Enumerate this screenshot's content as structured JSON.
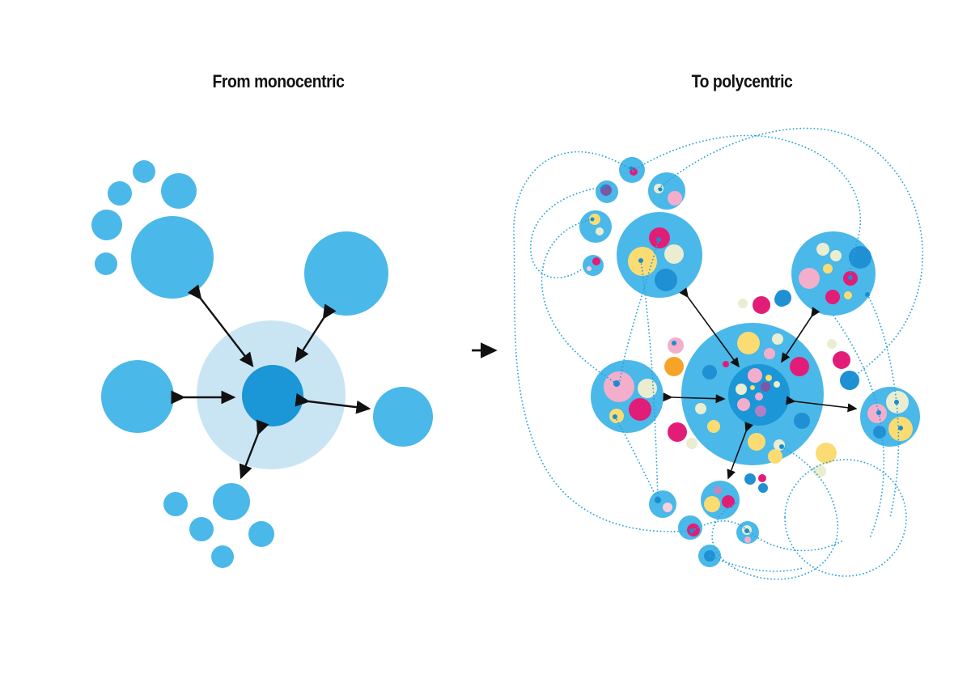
{
  "titles": {
    "left": "From monocentric",
    "right": "To polycentric"
  },
  "palette": {
    "host": "#4AB8E9",
    "halo": "#C9E5F4",
    "core": "#1B96D6",
    "dark": "#1E90D3",
    "dot": "#1A8CD0",
    "magenta": "#E21D77",
    "pink": "#F3AECB",
    "lightpink": "#F7CFDE",
    "mauve": "#C488BE",
    "cream": "#EAEDD0",
    "yellow": "#FADC73",
    "orange": "#F5A428",
    "purple": "#7B57A6",
    "lavender": "#B27FC5",
    "arrow": "#111111",
    "dotted": "#2AA3DE"
  },
  "monocentric": {
    "halo": [
      335,
      488,
      92
    ],
    "core": [
      337,
      489,
      38
    ],
    "satellites": [
      [
        178,
        212,
        14
      ],
      [
        148,
        239,
        15
      ],
      [
        221,
        236,
        22
      ],
      [
        132,
        278,
        19
      ],
      [
        131,
        326,
        14
      ],
      [
        213,
        318,
        51
      ],
      [
        428,
        338,
        52
      ],
      [
        170,
        490,
        45
      ],
      [
        498,
        515,
        37
      ],
      [
        286,
        620,
        23
      ],
      [
        217,
        623,
        15
      ],
      [
        249,
        654,
        15
      ],
      [
        323,
        660,
        16
      ],
      [
        275,
        688,
        14
      ]
    ],
    "arrows": [
      [
        248,
        369,
        312,
        452
      ],
      [
        400,
        393,
        366,
        446
      ],
      [
        227,
        491,
        289,
        491
      ],
      [
        381,
        496,
        456,
        505
      ],
      [
        319,
        536,
        298,
        590
      ]
    ]
  },
  "transition": {
    "arrow": [
      583,
      433,
      612,
      433
    ]
  },
  "polycentric": {
    "hosts": [
      [
        781,
        210,
        16
      ],
      [
        750,
        237,
        14
      ],
      [
        824,
        236,
        23
      ],
      [
        736,
        280,
        20
      ],
      [
        733,
        328,
        13
      ],
      [
        815,
        315,
        53
      ],
      [
        1030,
        338,
        52
      ],
      [
        775,
        490,
        45
      ],
      [
        1100,
        515,
        37
      ],
      [
        819,
        623,
        17
      ],
      [
        890,
        618,
        24
      ],
      [
        853,
        652,
        15
      ],
      [
        924,
        658,
        14
      ],
      [
        877,
        687,
        14
      ],
      [
        930,
        487,
        88
      ]
    ],
    "inner_core": [
      938,
      488,
      38
    ],
    "circles": [
      [
        "magenta",
        783,
        212,
        5
      ],
      [
        "purple",
        749,
        235,
        7
      ],
      [
        "cream",
        814,
        233,
        6
      ],
      [
        "pink",
        834,
        245,
        9
      ],
      [
        "yellow",
        735,
        271,
        7
      ],
      [
        "cream",
        741,
        286,
        5
      ],
      [
        "magenta",
        737,
        323,
        5
      ],
      [
        "lightpink",
        728,
        332,
        3
      ],
      [
        "magenta",
        815,
        294,
        13
      ],
      [
        "yellow",
        794,
        323,
        18
      ],
      [
        "cream",
        833,
        314,
        12
      ],
      [
        "dark",
        823,
        346,
        14
      ],
      [
        "cream",
        1017,
        308,
        8
      ],
      [
        "cream",
        1033,
        316,
        7
      ],
      [
        "dark",
        1063,
        318,
        14
      ],
      [
        "yellow",
        1023,
        332,
        6
      ],
      [
        "pink",
        1000,
        344,
        13
      ],
      [
        "magenta",
        1051,
        344,
        9
      ],
      [
        "magenta",
        1029,
        367,
        9
      ],
      [
        "yellow",
        1048,
        365,
        5
      ],
      [
        "dark",
        968,
        368,
        10
      ],
      [
        "cream",
        918,
        375,
        6
      ],
      [
        "magenta",
        941,
        377,
        11
      ],
      [
        "dark",
        966,
        370,
        9
      ],
      [
        "pink",
        765,
        478,
        19
      ],
      [
        "cream",
        800,
        480,
        12
      ],
      [
        "magenta",
        791,
        506,
        14
      ],
      [
        "yellow",
        762,
        514,
        9
      ],
      [
        "pink",
        835,
        427,
        10
      ],
      [
        "orange",
        833,
        453,
        12
      ],
      [
        "magenta",
        837,
        534,
        12
      ],
      [
        "cream",
        855,
        548,
        7
      ],
      [
        "cream",
        1028,
        425,
        6
      ],
      [
        "magenta",
        1040,
        445,
        11
      ],
      [
        "dark",
        1050,
        470,
        12
      ],
      [
        "pink",
        1084,
        511,
        12
      ],
      [
        "cream",
        1109,
        497,
        14
      ],
      [
        "dark",
        1087,
        534,
        8
      ],
      [
        "yellow",
        1113,
        530,
        15
      ],
      [
        "yellow",
        1021,
        560,
        13
      ],
      [
        "cream",
        1013,
        582,
        8
      ],
      [
        "lightpink",
        825,
        627,
        6
      ],
      [
        "mauve",
        887,
        606,
        5
      ],
      [
        "yellow",
        880,
        623,
        10
      ],
      [
        "magenta",
        900,
        620,
        8
      ],
      [
        "dark",
        927,
        592,
        7
      ],
      [
        "magenta",
        942,
        591,
        5
      ],
      [
        "dark",
        943,
        603,
        6
      ],
      [
        "magenta",
        857,
        655,
        8
      ],
      [
        "cream",
        923,
        655,
        6
      ],
      [
        "pink",
        924,
        667,
        4
      ],
      [
        "dark",
        877,
        687,
        7
      ],
      [
        "yellow",
        925,
        424,
        14
      ],
      [
        "cream",
        961,
        419,
        7
      ],
      [
        "pink",
        951,
        437,
        7
      ],
      [
        "magenta",
        897,
        450,
        4
      ],
      [
        "dark",
        877,
        460,
        9
      ],
      [
        "magenta",
        988,
        453,
        12
      ],
      [
        "cream",
        866,
        505,
        7
      ],
      [
        "yellow",
        882,
        527,
        8
      ],
      [
        "dark",
        991,
        520,
        10
      ],
      [
        "yellow",
        935,
        546,
        11
      ],
      [
        "cream",
        963,
        550,
        7
      ],
      [
        "yellow",
        958,
        564,
        9
      ],
      [
        "pink",
        933,
        464,
        9
      ],
      [
        "yellow",
        950,
        467,
        4
      ],
      [
        "purple",
        946,
        478,
        6
      ],
      [
        "cream",
        960,
        475,
        4
      ],
      [
        "cream",
        916,
        481,
        7
      ],
      [
        "yellow",
        930,
        479,
        3
      ],
      [
        "pink",
        938,
        490,
        5
      ],
      [
        "pink",
        919,
        500,
        8
      ],
      [
        "lavender",
        940,
        508,
        7
      ]
    ],
    "dots": [
      [
        780,
        208,
        2.5
      ],
      [
        746,
        231,
        2.5
      ],
      [
        816,
        234,
        2.5
      ],
      [
        732,
        271,
        2.5
      ],
      [
        814,
        296,
        3
      ],
      [
        792,
        322,
        3
      ],
      [
        1051,
        343,
        3
      ],
      [
        1072,
        364,
        3
      ],
      [
        762,
        474,
        4
      ],
      [
        760,
        515,
        3
      ],
      [
        833,
        424,
        3
      ],
      [
        1086,
        510,
        3
      ],
      [
        1108,
        497,
        3
      ],
      [
        1113,
        529,
        3
      ],
      [
        813,
        618,
        4
      ],
      [
        855,
        656,
        3
      ],
      [
        923,
        656,
        3
      ],
      [
        966,
        552,
        3
      ]
    ],
    "arrows": [
      [
        850,
        367,
        913,
        453
      ],
      [
        1003,
        391,
        966,
        447
      ],
      [
        830,
        491,
        895,
        493
      ],
      [
        982,
        496,
        1058,
        505
      ],
      [
        922,
        533,
        900,
        591
      ]
    ],
    "dotted_paths": [
      "M 783 212 C 700 155 632 205 635 290 C 638 385 628 480 667 565 C 700 636 770 662 850 656",
      "M 814 233 C 890 168 1010 130 1080 185 C 1155 245 1158 360 1100 425 C 1078 450 1058 462 1050 470",
      "M 782 211 C 835 178 905 158 965 172 C 1040 190 1078 245 1058 302 C 1052 322 1051 334 1051 344",
      "M 746 231 C 698 238 660 262 656 300 C 652 340 686 356 720 332",
      "M 732 271 C 678 282 658 332 676 382 C 692 425 728 452 762 474",
      "M 814 296 C 792 372 772 428 765 478",
      "M 792 322 C 806 420 810 520 813 618",
      "M 760 515 C 780 550 798 588 813 618",
      "M 966 552 C 1000 570 1030 600 1035 645 C 1040 705 975 730 920 708 C 865 686 872 640 910 622",
      "M 970 640 A 75 72 0 1 0 1120 640 A 75 72 0 1 0 970 640",
      "M 1030 390 C 1058 430 1076 468 1086 510 C 1098 570 1092 625 1075 665",
      "M 1072 364 C 1092 402 1102 448 1108 497 C 1112 540 1112 585 1100 640",
      "M 855 656 C 888 638 908 642 923 655 C 958 684 1005 688 1042 668",
      "M 877 687 C 912 702 952 712 992 702"
    ]
  }
}
